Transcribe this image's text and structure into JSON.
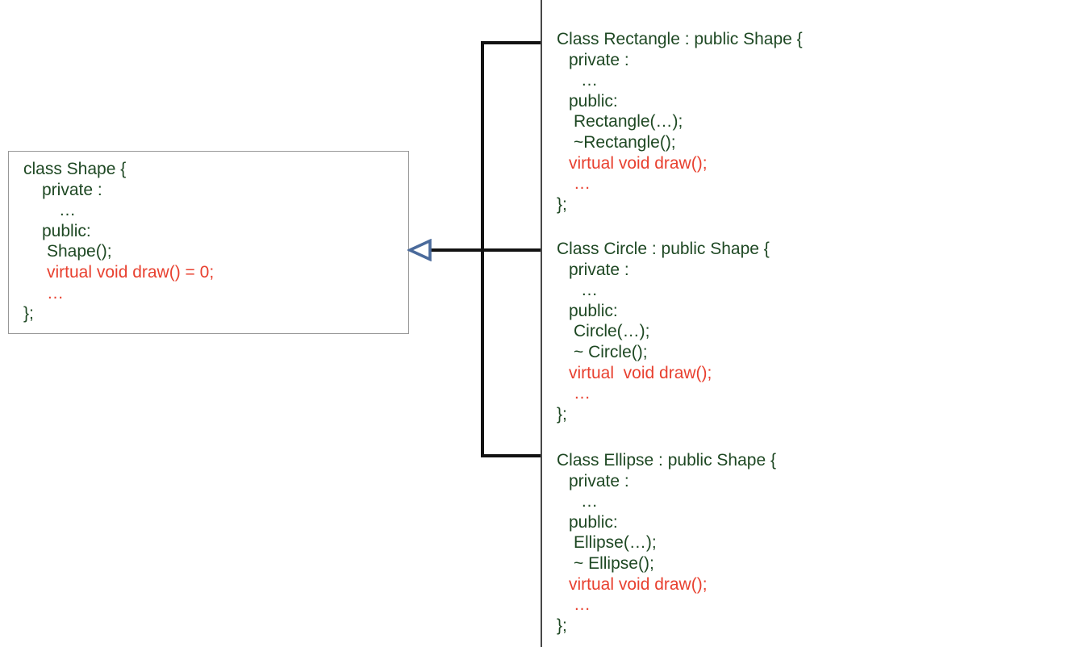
{
  "colors": {
    "code_green": "#1e4823",
    "code_red": "#e8402f",
    "arrow_blue": "#4a6a9b",
    "connector_black": "#121212",
    "divider_gray": "#474747",
    "box_border": "#989898"
  },
  "shape_box": {
    "lines": [
      {
        "text": "class Shape {",
        "color": "green",
        "indent": 0
      },
      {
        "text": "private :",
        "color": "green",
        "indent": 1
      },
      {
        "text": "…",
        "color": "green",
        "indent": 3
      },
      {
        "text": "public:",
        "color": "green",
        "indent": 1
      },
      {
        "text": "Shape();",
        "color": "green",
        "indent": 2
      },
      {
        "text": "virtual void draw() = 0;",
        "color": "red",
        "indent": 2
      },
      {
        "text": "…",
        "color": "red",
        "indent": 2
      },
      {
        "text": "};",
        "color": "green",
        "indent": 0
      }
    ]
  },
  "derived_blocks": [
    {
      "name": "rectangle",
      "lines": [
        {
          "text": "Class Rectangle : public Shape {",
          "color": "green",
          "indent": 0
        },
        {
          "text": "private :",
          "color": "green",
          "indent": 1
        },
        {
          "text": "…",
          "color": "green",
          "indent": 3
        },
        {
          "text": "public:",
          "color": "green",
          "indent": 1
        },
        {
          "text": "Rectangle(…);",
          "color": "green",
          "indent": 2
        },
        {
          "text": "~Rectangle();",
          "color": "green",
          "indent": 2
        },
        {
          "text": "virtual void draw();",
          "color": "red",
          "indent": 1
        },
        {
          "text": "…",
          "color": "red",
          "indent": 2
        },
        {
          "text": "};",
          "color": "green",
          "indent": 0
        }
      ]
    },
    {
      "name": "circle",
      "lines": [
        {
          "text": "Class Circle : public Shape {",
          "color": "green",
          "indent": 0
        },
        {
          "text": "private :",
          "color": "green",
          "indent": 1
        },
        {
          "text": "…",
          "color": "green",
          "indent": 3
        },
        {
          "text": "public:",
          "color": "green",
          "indent": 1
        },
        {
          "text": "Circle(…);",
          "color": "green",
          "indent": 2
        },
        {
          "text": "~ Circle();",
          "color": "green",
          "indent": 2
        },
        {
          "text": "virtual  void draw();",
          "color": "red",
          "indent": 1
        },
        {
          "text": "…",
          "color": "red",
          "indent": 2
        },
        {
          "text": "};",
          "color": "green",
          "indent": 0
        }
      ]
    },
    {
      "name": "ellipse",
      "lines": [
        {
          "text": "Class Ellipse : public Shape {",
          "color": "green",
          "indent": 0
        },
        {
          "text": "private :",
          "color": "green",
          "indent": 1
        },
        {
          "text": "…",
          "color": "green",
          "indent": 3
        },
        {
          "text": "public:",
          "color": "green",
          "indent": 1
        },
        {
          "text": "Ellipse(…);",
          "color": "green",
          "indent": 2
        },
        {
          "text": "~ Ellipse();",
          "color": "green",
          "indent": 2
        },
        {
          "text": "virtual void draw();",
          "color": "red",
          "indent": 1
        },
        {
          "text": "…",
          "color": "red",
          "indent": 2
        },
        {
          "text": "};",
          "color": "green",
          "indent": 0
        }
      ]
    }
  ]
}
